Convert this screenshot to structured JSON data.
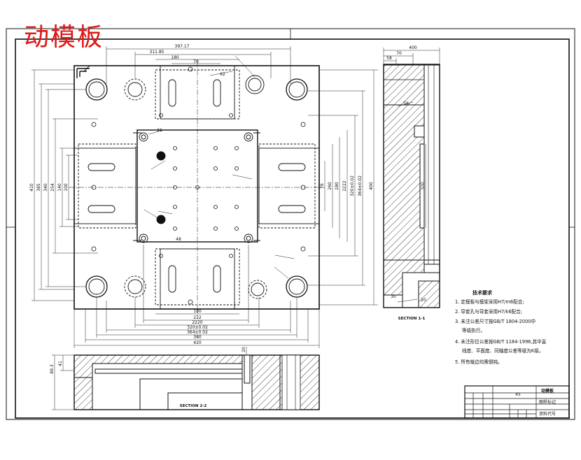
{
  "drawing": {
    "title": "动模板",
    "section_top": "SECTION 2-2",
    "section_side": "SECTION 1-1"
  },
  "dims_top": [
    "397.17",
    "311.85",
    "180",
    "70"
  ],
  "dims_left": [
    "410",
    "385",
    "340",
    "254",
    "140",
    "100"
  ],
  "dims_right": [
    "76",
    "260",
    "280",
    "2222",
    "320±0.02",
    "364±0.02",
    "400"
  ],
  "dims_bottom": [
    "180",
    "222",
    "2220",
    "320±0.02",
    "364±0.02",
    "380",
    "420"
  ],
  "dims_misc": [
    "89.3",
    "41",
    "20",
    "48",
    "21",
    "62"
  ],
  "dims_side": [
    "400",
    "70",
    "58",
    "58",
    "30",
    "320",
    "20"
  ],
  "notes": {
    "title": "技术要求",
    "items": [
      "1. 定模板与模架采用H7/m6配合;",
      "2. 导套孔与导套采用H7/k6配合;",
      "3. 未注公差尺寸按GB/T 1804-2000中",
      "4. 未注形位公差按GB/T 1184-1996,其中直",
      "5. 所有棱边均需倒钝。"
    ],
    "continued": [
      "等级执行。",
      "线度、平面度、同轴度公差等级为K级。"
    ]
  },
  "title_block": {
    "material": "45",
    "name": "动模板",
    "label_a": "图样标记",
    "label_b": "资料代号"
  }
}
